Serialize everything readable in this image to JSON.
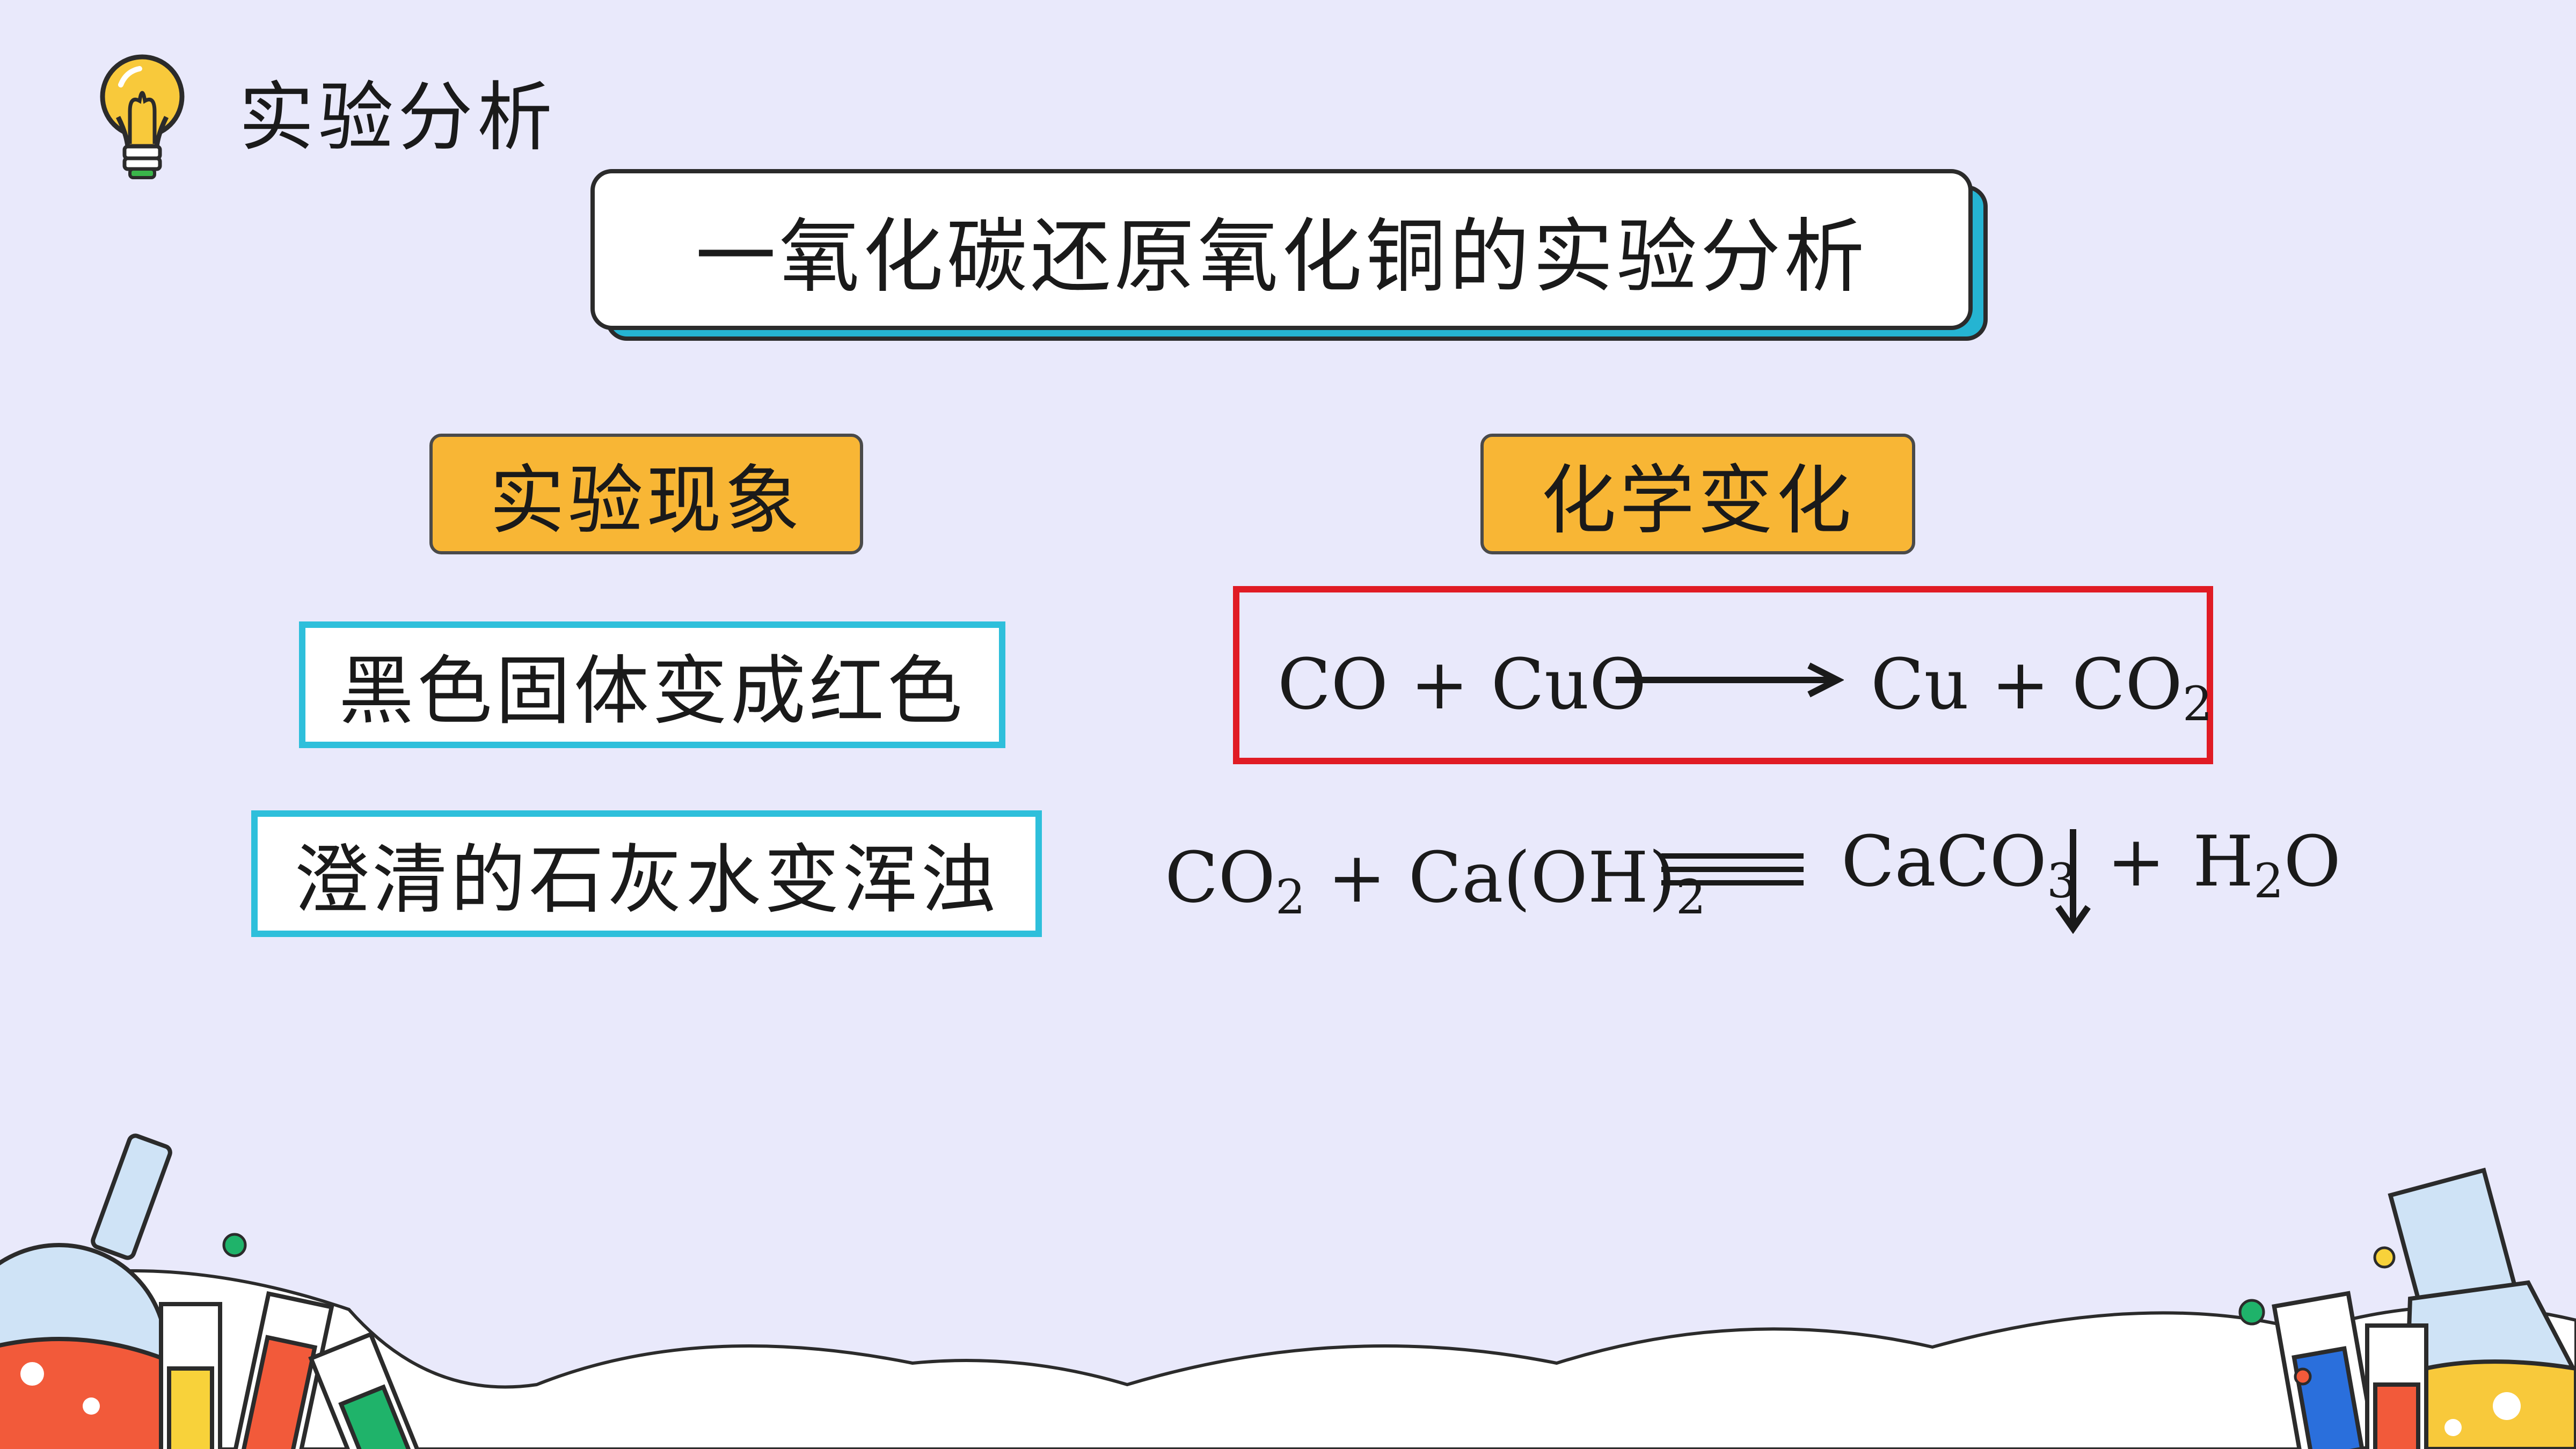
{
  "header": {
    "section_title": "实验分析",
    "icon": "lightbulb-icon"
  },
  "title": "一氧化碳还原氧化铜的实验分析",
  "columns": {
    "left_tag": "实验现象",
    "right_tag": "化学变化"
  },
  "phenomena": [
    "黑色固体变成红色",
    "澄清的石灰水变浑浊"
  ],
  "equation1": {
    "lhs": "CO + CuO",
    "rhs_a": "Cu + CO",
    "rhs_sub": "2"
  },
  "equation2": {
    "lhs_a": "CO",
    "lhs_sub1": "2",
    "lhs_b": " + Ca(OH)",
    "lhs_sub2": "2",
    "rhs_a": "CaCO",
    "rhs_sub1": "3",
    "plus": "+",
    "rhs_b": "H",
    "rhs_sub2": "2",
    "rhs_c": "O"
  },
  "colors": {
    "background": "#e9e9fb",
    "tag": "#f8b635",
    "phenomenon_border": "#2ebfdb",
    "equation_border": "#e01b24",
    "title_shadow": "#25b4d2"
  },
  "decorations": {
    "left": "lab-flasks-illustration",
    "right": "lab-flasks-illustration"
  }
}
